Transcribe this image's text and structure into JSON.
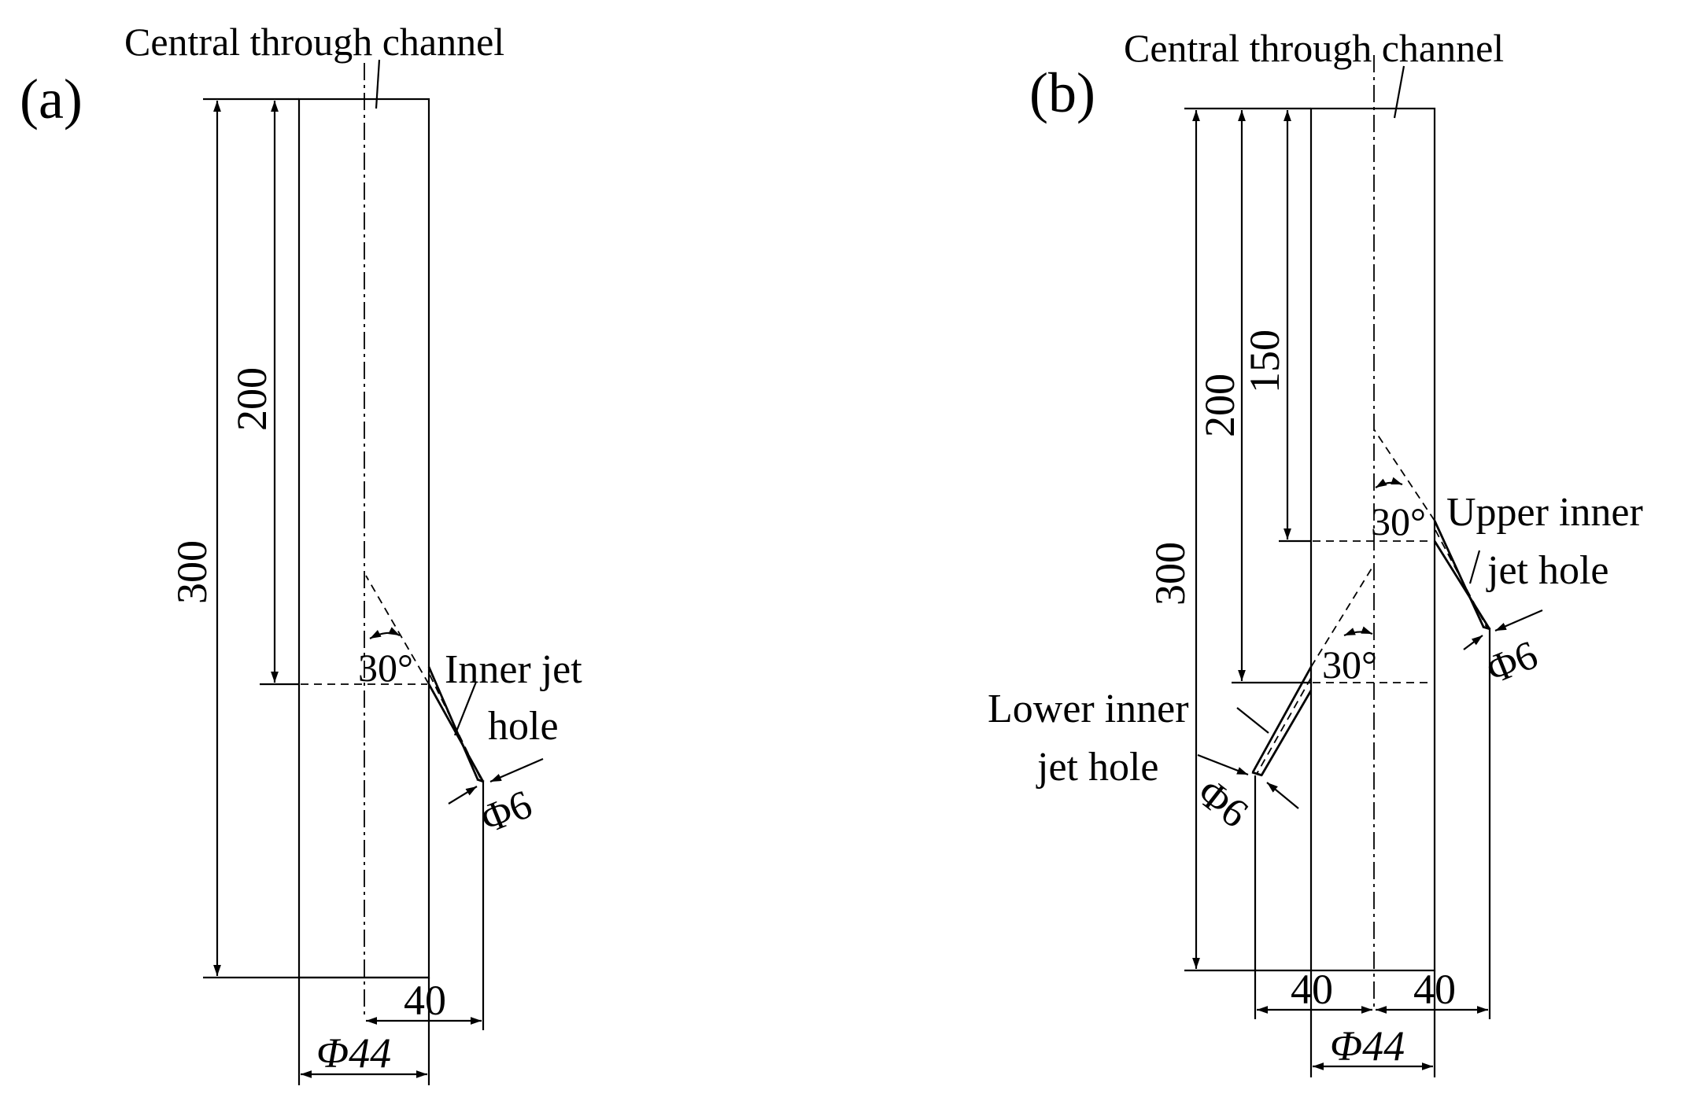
{
  "panel_a": {
    "label": "(a)",
    "channel_label": "Central through channel",
    "dim_300": "300",
    "dim_200": "200",
    "angle": "30°",
    "hole_label_line1": "Inner jet",
    "hole_label_line2": "hole",
    "dim_phi6": "Φ6",
    "dim_40": "40",
    "dim_phi44": "Φ44"
  },
  "panel_b": {
    "label": "(b)",
    "channel_label": "Central through channel",
    "dim_300": "300",
    "dim_200": "200",
    "dim_150": "150",
    "angle_upper": "30°",
    "angle_lower": "30°",
    "upper_hole_line1": "Upper inner",
    "upper_hole_line2": "jet hole",
    "lower_hole_line1": "Lower inner",
    "lower_hole_line2": "jet hole",
    "dim_phi6_upper": "Φ6",
    "dim_phi6_lower": "Φ6",
    "dim_40_left": "40",
    "dim_40_right": "40",
    "dim_phi44": "Φ44"
  }
}
